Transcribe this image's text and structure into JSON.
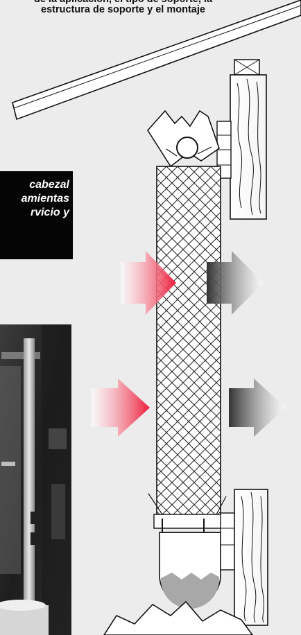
{
  "header": {
    "line1": "de la aplicación, el tipo de soporte, la",
    "line2": "estructura de soporte y el montaje"
  },
  "callout": {
    "line1": "cabezal",
    "line2": "amientas",
    "line3": "rvicio y"
  },
  "colors": {
    "background": "#ececec",
    "arrow_heat_in": "#ee1c3a",
    "arrow_heat_out": "#3a3a3a",
    "callout_bg": "#050505",
    "liquid": "#a8a8a8"
  }
}
